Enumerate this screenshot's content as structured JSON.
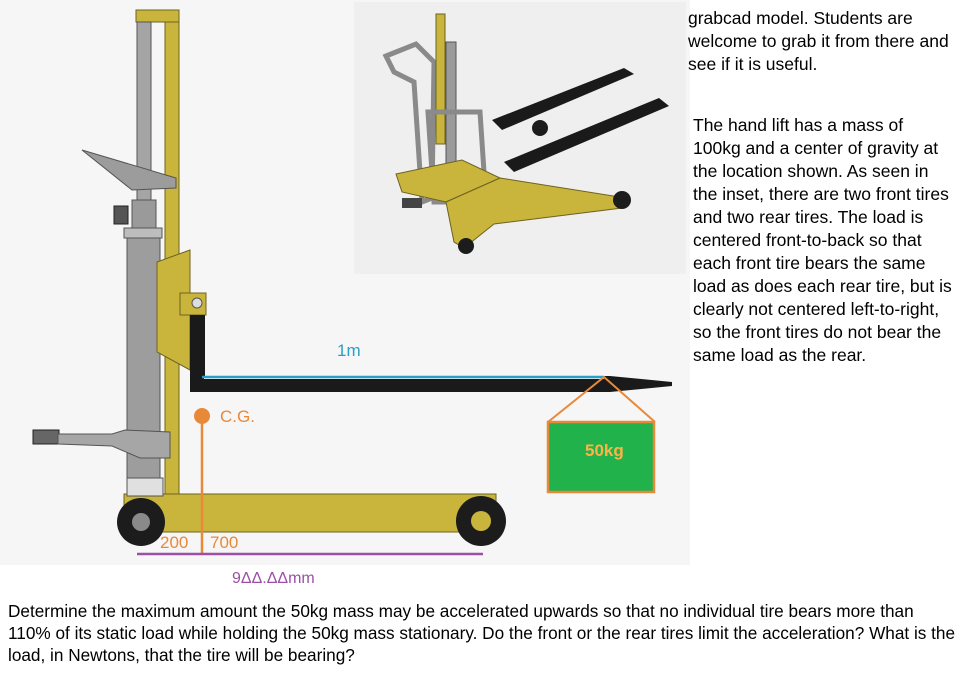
{
  "figure": {
    "dim_length": "1m",
    "cg_label": "C.G.",
    "mass_label": "50kg",
    "dim_front": "200",
    "dim_rear": "700",
    "dim_wheelbase": "9ΔΔ.ΔΔmm"
  },
  "text": {
    "grabcad": "grabcad model.  Students are welcome to grab it from there and see if it is useful.",
    "description": "The hand lift has a mass of 100kg and a center of gravity at the location shown.  As seen in the inset, there are two front tires and two rear tires.  The load is centered front-to-back so that each front tire bears the same load as does each rear tire, but is clearly not centered left-to-right, so the front tires do not bear the same load as the rear.",
    "question": "Determine the maximum amount    the 50kg mass may be accelerated upwards so that no individual tire bears more than 110% of its static load while holding the 50kg mass stationary.  Do the front or the rear tires limit the acceleration?  What is the load, in Newtons, that the tire will be bearing?"
  },
  "colors": {
    "frame_yellow": "#c9b43c",
    "mast_gray": "#9a9a9a",
    "fork_black": "#1a1a1a",
    "dimension_blue": "#2aa0c8",
    "cg_orange": "#e8893a",
    "mass_green": "#21b24b",
    "wheelbase_purple": "#9b4fa6"
  }
}
